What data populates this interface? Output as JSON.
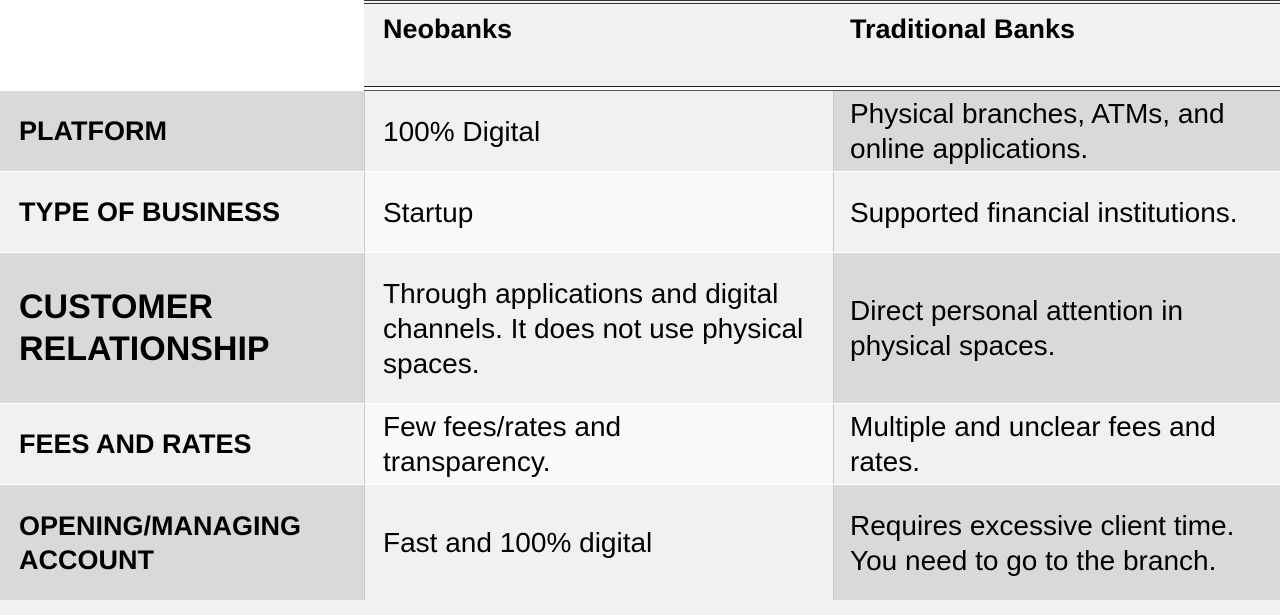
{
  "header": {
    "col1": "Neobanks",
    "col2": "Traditional Banks"
  },
  "rows": [
    {
      "label": "PLATFORM",
      "neobanks": "100% Digital",
      "traditional": "Physical branches, ATMs, and online applications."
    },
    {
      "label": "TYPE OF BUSINESS",
      "neobanks": "Startup",
      "traditional": "Supported financial institutions."
    },
    {
      "label": "CUSTOMER RELATIONSHIP",
      "neobanks": "Through applications and digital channels. It does not use physical spaces.",
      "traditional": "Direct personal attention in physical spaces."
    },
    {
      "label": "FEES AND RATES",
      "neobanks": "Few fees/rates and transparency.",
      "traditional": "Multiple and unclear fees and rates."
    },
    {
      "label": "OPENING/MANAGING ACCOUNT",
      "neobanks": "Fast and 100% digital",
      "traditional": "Requires excessive client time. You need to go to the branch."
    }
  ]
}
